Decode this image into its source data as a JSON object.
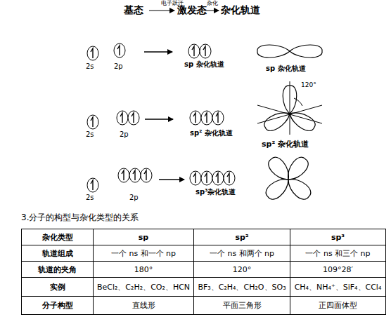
{
  "diagram": {
    "labels": [
      "基态",
      "电子跃迁",
      "激发态",
      "杂化",
      "杂化轨道",
      "2s",
      "2p",
      "sp 杂化轨道",
      "sp 杂化轨道",
      "2s",
      "2p",
      "sp² 杂化轨道",
      "120°",
      "sp² 杂化轨道",
      "2s",
      "2p",
      "sp³杂化轨道",
      "3.分子的构型与杂化类型的关系",
      "杂化类型",
      "sp",
      "sp²",
      "sp³",
      "轨道组成",
      "一个 ns 和一个 np",
      "一个 ns 和两个 np",
      "一个 ns 和三个 np",
      "轨道的夹角",
      "180°",
      "120°",
      "109°28′",
      "实例",
      "BeCl₂、C₂H₂、CO₂、HCN",
      "BF₃、C₂H₄、CH₂O、SO₃",
      "CH₄、NH₄⁺、SiF₄、CCl₄",
      "分子构型",
      "直线形",
      "平面三角形",
      "正四面体型"
    ]
  }
}
